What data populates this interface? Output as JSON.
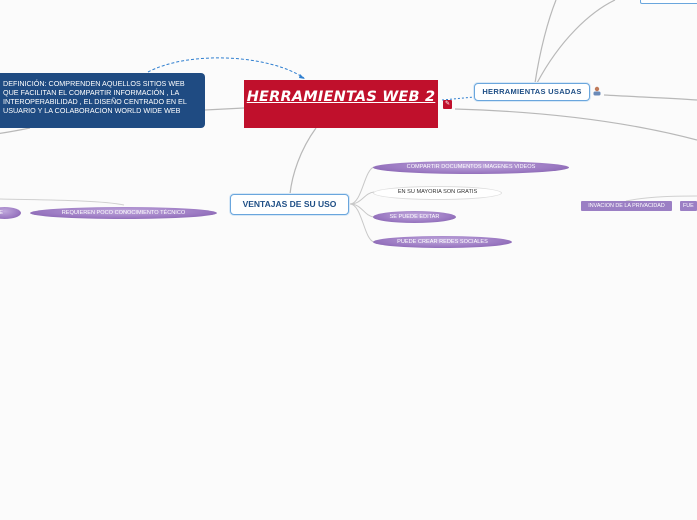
{
  "central": {
    "title": "HERRAMIENTAS WEB 2"
  },
  "definition": {
    "text": "DEFINICIÓN: COMPRENDEN AQUELLOS SITIOS WEB QUE FACILITAN EL COMPARTIR INFORMACIÓN , LA INTEROPERABILIDAD , EL DISEÑO CENTRADO EN EL USUARIO Y LA COLABORACION WORLD WIDE WEB"
  },
  "branches": {
    "herramientas": "HERRAMIENTAS  USADAS",
    "ventajas": "VENTAJAS DE SU USO"
  },
  "ventajas_items": [
    "COMPARTIR DOCUMENTOS IMAGENES VIDEOS",
    "EN SU MAYORIA SON GRATIS",
    "SE PUEDE EDITAR",
    "PUEDE CREAR REDES SOCIALES"
  ],
  "left_items": [
    "REQUIEREN POCO CONOCIMIENTO TÉCNICO",
    "E"
  ],
  "right_items": [
    "INVACION DE LA PRIVACIDAD",
    "FUE"
  ],
  "colors": {
    "central": "#c0102c",
    "definition": "#1f4b82",
    "branch_border": "#6aa6dd",
    "pill": "#9b79c2",
    "connector": "#b8b8b8",
    "dashed": "#2f7fd0"
  }
}
